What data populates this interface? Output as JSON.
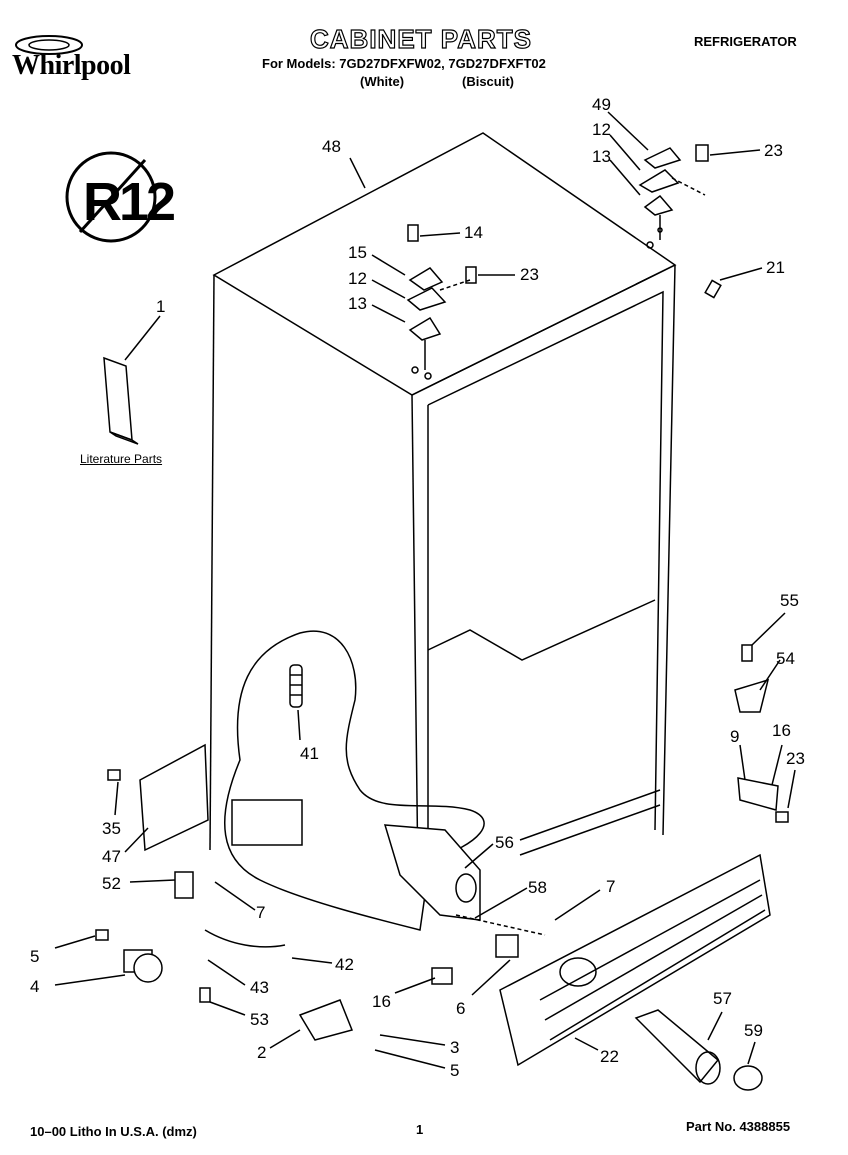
{
  "header": {
    "brand": "Whirlpool",
    "title": "CABINET PARTS",
    "models_line": "For Models: 7GD27DFXFW02, 7GD27DFXFT02",
    "color_white": "(White)",
    "color_biscuit": "(Biscuit)",
    "category": "REFRIGERATOR",
    "badge": "R12"
  },
  "diagram": {
    "literature_label": "Literature Parts",
    "callouts": [
      "48",
      "49",
      "12",
      "13",
      "23",
      "14",
      "15",
      "12",
      "23",
      "13",
      "21",
      "1",
      "55",
      "54",
      "41",
      "9",
      "16",
      "23",
      "35",
      "47",
      "52",
      "7",
      "56",
      "58",
      "7",
      "5",
      "4",
      "42",
      "43",
      "16",
      "6",
      "53",
      "2",
      "3",
      "5",
      "22",
      "57",
      "59"
    ]
  },
  "footer": {
    "litho": "10–00 Litho In U.S.A. (dmz)",
    "page": "1",
    "part_no": "Part No. 4388855"
  }
}
